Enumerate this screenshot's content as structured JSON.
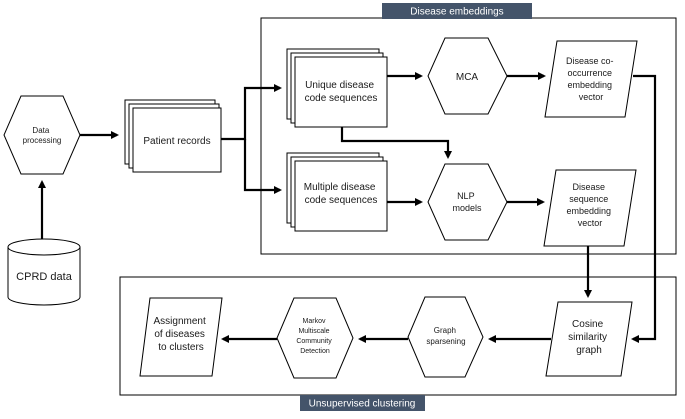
{
  "diagram": {
    "sections": {
      "embeddings_title": "Disease embeddings",
      "clustering_title": "Unsupervised clustering"
    },
    "nodes": {
      "cprd_data": [
        "CPRD data"
      ],
      "data_processing": [
        "Data",
        "processing"
      ],
      "patient_records": [
        "Patient records"
      ],
      "unique_sequences": [
        "Unique disease",
        "code sequences"
      ],
      "multiple_sequences": [
        "Multiple disease",
        "code sequences"
      ],
      "mca": [
        "MCA"
      ],
      "nlp_models": [
        "NLP",
        "models"
      ],
      "cooccurrence_vector": [
        "Disease co-",
        "occurrence",
        "embedding",
        "vector"
      ],
      "sequence_vector": [
        "Disease",
        "sequence",
        "embedding",
        "vector"
      ],
      "cosine_graph": [
        "Cosine",
        "similarity",
        "graph"
      ],
      "graph_sparsening": [
        "Graph",
        "sparsening"
      ],
      "markov": [
        "Markov",
        "Multiscale",
        "Community",
        "Detection"
      ],
      "assignment": [
        "Assignment",
        "of diseases",
        "to clusters"
      ]
    },
    "colors": {
      "banner": "#44546a",
      "stroke": "#000000",
      "fill": "#ffffff",
      "text": "#1a1a1a"
    }
  }
}
